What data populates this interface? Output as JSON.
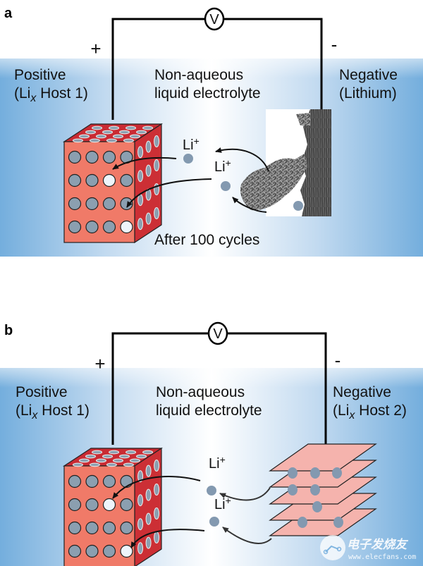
{
  "panels": [
    {
      "letter": "a",
      "voltmeter": "V",
      "plus": "+",
      "minus": "-",
      "positive": {
        "line1": "Positive",
        "line2_pre": "(Li",
        "line2_sub": "x",
        "line2_post": " Host 1)"
      },
      "electrolyte": {
        "line1": "Non-aqueous",
        "line2": "liquid electrolyte"
      },
      "negative": {
        "line1": "Negative",
        "line2": "(Lithium)"
      },
      "ion_labels": [
        "Li+",
        "Li+"
      ],
      "caption": "After 100 cycles"
    },
    {
      "letter": "b",
      "voltmeter": "V",
      "plus": "+",
      "minus": "-",
      "positive": {
        "line1": "Positive",
        "line2_pre": "(Li",
        "line2_sub": "x",
        "line2_post": " Host 1)"
      },
      "electrolyte": {
        "line1": "Non-aqueous",
        "line2": "liquid electrolyte"
      },
      "negative": {
        "line1": "Negative",
        "line2_pre": "(Li",
        "line2_sub": "x",
        "line2_post": " Host 2)"
      },
      "ion_labels": [
        "Li+",
        "Li+"
      ]
    }
  ],
  "watermark": {
    "cn": "电子发烧友",
    "url": "www.elecfans.com"
  },
  "colors": {
    "band_edge": "#7ab2df",
    "band_center": "#ffffff",
    "cube_front": "#f07a68",
    "cube_side": "#cc2f35",
    "cube_top": "#c92b33",
    "hole": "#8b9fb0",
    "hole_empty": "#eef4fa",
    "ion": "#8399b0",
    "sheet": "#f5b3ad"
  }
}
